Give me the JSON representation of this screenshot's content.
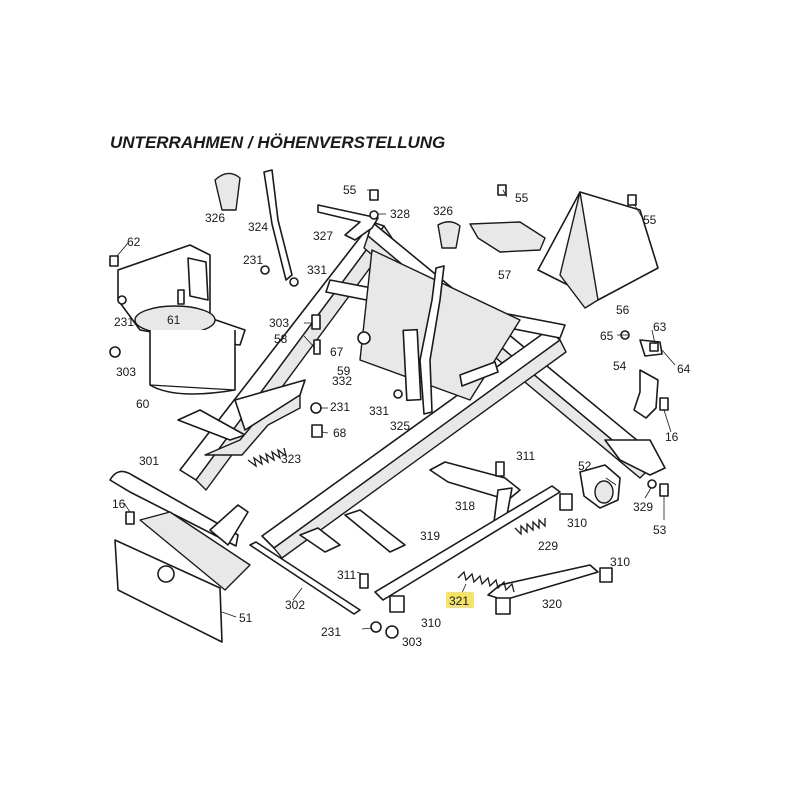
{
  "title": "UNTERRAHMEN / HÖHENVERSTELLUNG",
  "highlight_color": "#f5e26a",
  "callouts": [
    {
      "id": "c326a",
      "text": "326"
    },
    {
      "id": "c324",
      "text": "324"
    },
    {
      "id": "c62",
      "text": "62"
    },
    {
      "id": "c231a",
      "text": "231"
    },
    {
      "id": "c331a",
      "text": "331"
    },
    {
      "id": "c61",
      "text": "61"
    },
    {
      "id": "c231b",
      "text": "231"
    },
    {
      "id": "c303a",
      "text": "303"
    },
    {
      "id": "c303b",
      "text": "303"
    },
    {
      "id": "c58",
      "text": "58"
    },
    {
      "id": "c67",
      "text": "67"
    },
    {
      "id": "c59",
      "text": "59"
    },
    {
      "id": "c60",
      "text": "60"
    },
    {
      "id": "c231c",
      "text": "231"
    },
    {
      "id": "c68",
      "text": "68"
    },
    {
      "id": "c55a",
      "text": "55"
    },
    {
      "id": "c328",
      "text": "328"
    },
    {
      "id": "c327",
      "text": "327"
    },
    {
      "id": "c326b",
      "text": "326"
    },
    {
      "id": "c55b",
      "text": "55"
    },
    {
      "id": "c57",
      "text": "57"
    },
    {
      "id": "c55c",
      "text": "55"
    },
    {
      "id": "c56",
      "text": "56"
    },
    {
      "id": "c332",
      "text": "332"
    },
    {
      "id": "c331b",
      "text": "331"
    },
    {
      "id": "c325",
      "text": "325"
    },
    {
      "id": "c65",
      "text": "65"
    },
    {
      "id": "c63",
      "text": "63"
    },
    {
      "id": "c64",
      "text": "64"
    },
    {
      "id": "c54",
      "text": "54"
    },
    {
      "id": "c16a",
      "text": "16"
    },
    {
      "id": "c323",
      "text": "323"
    },
    {
      "id": "c301",
      "text": "301"
    },
    {
      "id": "c16b",
      "text": "16"
    },
    {
      "id": "c311a",
      "text": "311"
    },
    {
      "id": "c318",
      "text": "318"
    },
    {
      "id": "c52",
      "text": "52"
    },
    {
      "id": "c329",
      "text": "329"
    },
    {
      "id": "c53",
      "text": "53"
    },
    {
      "id": "c310a",
      "text": "310"
    },
    {
      "id": "c229",
      "text": "229"
    },
    {
      "id": "c319",
      "text": "319"
    },
    {
      "id": "c310b",
      "text": "310"
    },
    {
      "id": "c311b",
      "text": "311"
    },
    {
      "id": "c321",
      "text": "321"
    },
    {
      "id": "c320",
      "text": "320"
    },
    {
      "id": "c302",
      "text": "302"
    },
    {
      "id": "c310c",
      "text": "310"
    },
    {
      "id": "c51",
      "text": "51"
    },
    {
      "id": "c231d",
      "text": "231"
    },
    {
      "id": "c303c",
      "text": "303"
    }
  ]
}
